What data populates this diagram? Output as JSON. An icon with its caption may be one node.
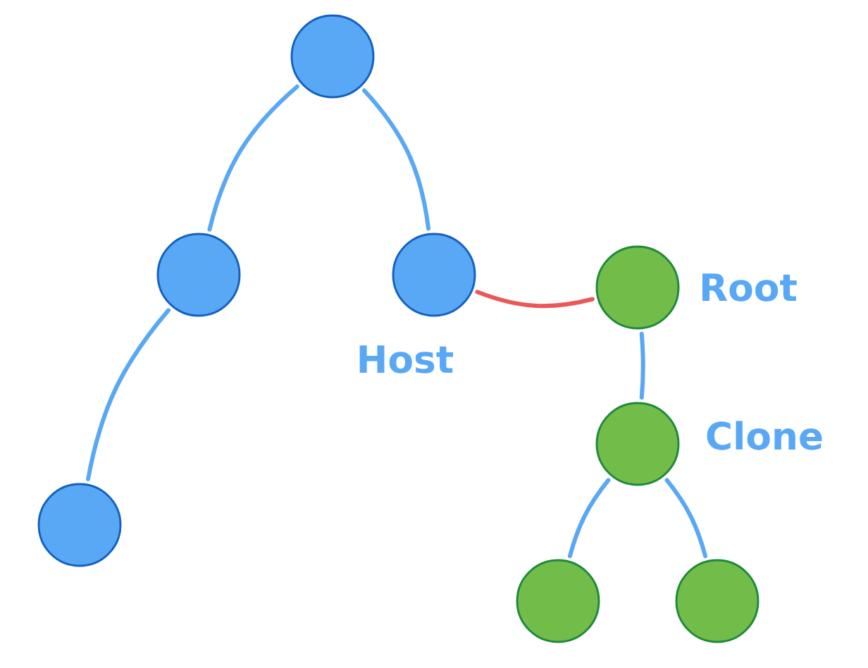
{
  "diagram": {
    "nodes": [
      {
        "text": [],
        "shape": "circle"
      },
      {
        "text": [],
        "shape": "circle"
      },
      {
        "text": [],
        "shape": "circle",
        "beside": [
          "Host"
        ]
      },
      {
        "text": [],
        "shape": "circle",
        "beside": [
          "Root"
        ]
      },
      {
        "text": [],
        "shape": "circle",
        "beside": [
          "Clone"
        ]
      },
      {
        "text": [],
        "shape": "circle"
      },
      {
        "text": [],
        "shape": "circle"
      },
      {
        "text": [],
        "shape": "circle"
      }
    ],
    "edges": [
      {
        "from": 0,
        "to": 1,
        "arrow": "none"
      },
      {
        "from": 0,
        "to": 2,
        "arrow": "none"
      },
      {
        "from": 1,
        "to": 5,
        "arrow": "none"
      },
      {
        "from": 2,
        "to": 3,
        "arrow": "none",
        "color": "#e85a5a"
      },
      {
        "from": 3,
        "to": 4,
        "arrow": "none"
      },
      {
        "from": 4,
        "to": 6,
        "arrow": "none"
      },
      {
        "from": 4,
        "to": 7,
        "arrow": "none"
      }
    ]
  }
}
